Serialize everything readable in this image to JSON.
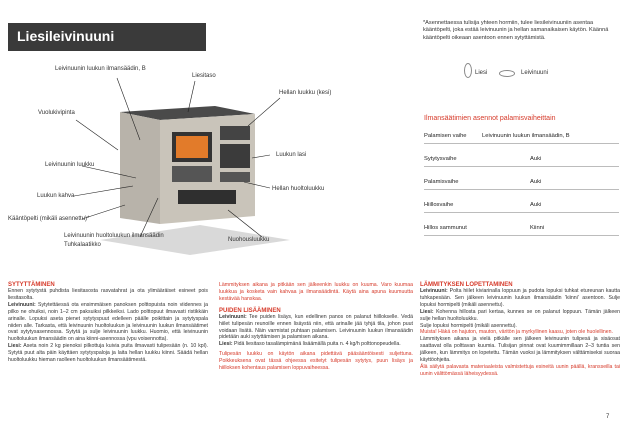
{
  "title": "Liesileivinuuni",
  "labels": {
    "oven_damper": "Leivinuunin luukun ilmansäädin, B",
    "top": "Liesitaso",
    "hob_door": "Hellan luukku (kesi)",
    "flue_surface": "Vuolukivipinta",
    "oven_door": "Leivinuunin luukku",
    "hood": "Luukun kahva",
    "switch_damper": "Kääntöpelti (mikäli asennettu)*",
    "hob_glass": "Luukun lasi",
    "hob_ash_door": "Hellan huoltoluukku",
    "oven_service": "Leivinuunin huoltoluukun ilmansäädin",
    "ash_tile": "Tuhkalaatikko",
    "service_door": "Nuohousluukku"
  },
  "note": "*Asennettaessa tulisija yhteen hormiin, tulee liesileivinuuniin asentaa kääntöpelti, joka estää leivinuunin ja hellan samanaikaisen käytön. Käännä kääntöpelti oikeaan asentoon ennen sytyttämistä.",
  "legend": {
    "a": "Liesi",
    "b": "Leivinuuni"
  },
  "table": {
    "title": "Ilmansäätimien asennot palamisvaiheittain",
    "header": [
      "Palamisen vaihe",
      "Leivinuunin luukun ilmansäädin, B"
    ],
    "rows": [
      [
        "Sytytysvaihe",
        "Auki"
      ],
      [
        "Palamisvaihe",
        "Auki"
      ],
      [
        "Hiillosvaihe",
        "Auki"
      ],
      [
        "Hillos sammunut",
        "Kiinni"
      ]
    ]
  },
  "col1": {
    "title": "SYTYTTÄMINEN",
    "intro": "Ennen sytytystä puhdista liesitasosta rasvatahrat ja ota ylimääräiset esineet pois liesitasolta.",
    "lv_label": "Leivinuuni:",
    "lv_text": "Sytytettäessä ota ensimmäisen panoksen polttopuista noin viidennes ja pilko ne ohuiksi, noin 1–2 cm paksuiksi pilkkeiksi. Lado polttopuut ilmavasti ristikkäin arinalle. Lopuksi aseta pienet sytytyspuut edelleen päälle poikittain ja sytytyspala niiden alle. Tarkasta, että leivinuunin huoltoluukun ja leivinuunin luukun ilmansäätimet ovat sytytysasennossa. Sytytä ja sulje leivinuunin luukku. Huomio, että leivinuunin huoltoluukun ilmansäädin on aina kiinni-asennossa (vpu voisennotta).",
    "liesi_label": "Liesi:",
    "liesi_text": "Aseta noin 2 kg pienoksi pilkottuja kuivia puita ilmavasti tulipesään (n. 10 kpl). Sytytä puut alta päin käyttäen sytytyspaloja ja laita hellan luukku kiinni. Säädä hellan huoltoluukku hieman raolleen huoltoluukun ilmansäätimestä."
  },
  "col2": {
    "warn1": "Lämmityksen aikana ja pitkään sen jälkeenkin luukku on kuuma. Varo kuumaa luukkua ja kosketa vain kahvaa ja ilmansäädintä. Käytä aina apuna kuumuutta kestävää hanskaa.",
    "title": "PUIDEN LISÄÄMINEN",
    "lv_label": "Leivinuuni:",
    "lv_text": "Tee puiden lisäys, kun edellinen panos on palanut hiillokselle. Vedä hiilet tulipesän reunoille ennen lisäystä niin, että arinalle jää tyhjä tila, johon puut voidaan lisätä. Näin varmistat puhtaan palamisen. Leivinuunin luukun ilmansäädin pidetään auki sytyttämisen ja palamisen aikana.",
    "liesi_label": "Liesi:",
    "liesi_text": "Pidä liesitaso tasalämpimänä lisäämällä puita n. 4 kg/h polttonopeudella.",
    "warn2": "Tulipesän luukku on käytön aikana pidettävä pääsääntöisesti suljettuna. Poikkeuksena ovat tässä ohjeessa esitetyt tulipesän sytytys, puun lisäys ja hiilloksen kohentaus palamisen loppuvaiheessa."
  },
  "col3": {
    "title": "LÄMMITYKSEN LOPETTAMINEN",
    "lv_label": "Leivinuuni:",
    "lv_text": "Polta hiilet kiviarinalla loppuun ja pudota lopuksi tuhkat etureunan kautta tuhkapesään. Sen jälkeen leivinuunin luukun ilmansäädin 'kiinni' asentoon. Sulje lopuksi hormipelti (mikäli asennettu).",
    "liesi_label": "Liesi:",
    "liesi_text": "Kohenna hillosta pari kertaa, kunnes se on palanut loppuun. Tämän jälkeen sulje hellan huoltoluukku.",
    "close_damper": "Sulje lopuksi hormipelti (mikäli asennettu).",
    "warn1": "Muista! Häkä on hajuton, mauton, väritön ja myrkyllinen kaasu, joten ole huolellinen.",
    "p2": "Lämmityksen aikana ja vielä pitkälle sen jälkeen leivinuunin tulipesä ja sisäosat saattavat olla polttavan kuumia. Tulisijan pinnat ovat kuumimmillaan 2–3 tuntia sen jälkeen, kun lämmitys on lopetettu. Tämän vuoksi ja lämmityksen välttämiseksi suoraa käyttöohjeita.",
    "warn2": "Älä säilytä palavasta materiaaleista valmistettuja esineitä uunin päällä, kransseilla tai uunin välittömässä läheisyydessä."
  },
  "page_number": "7"
}
